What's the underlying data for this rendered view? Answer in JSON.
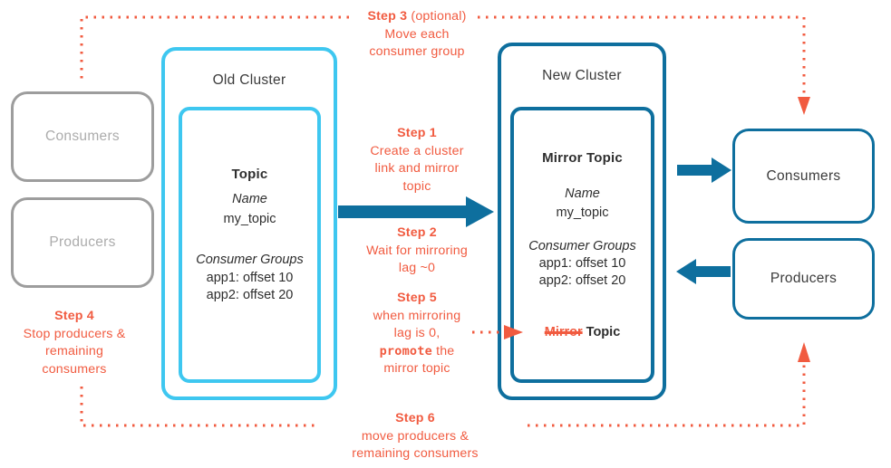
{
  "colors": {
    "cyan": "#3EC7F0",
    "teal": "#0E6F9E",
    "orange": "#F15B40",
    "gray_border": "#9D9D9D",
    "gray_text": "#ACACAC",
    "dark_text": "#2E2E2E"
  },
  "left_boxes": {
    "consumers": "Consumers",
    "producers": "Producers"
  },
  "old_cluster": {
    "title": "Old Cluster",
    "topic": {
      "title": "Topic",
      "name_label": "Name",
      "name_value": "my_topic",
      "groups_label": "Consumer Groups",
      "group1": "app1: offset 10",
      "group2": "app2: offset 20"
    }
  },
  "new_cluster": {
    "title": "New Cluster",
    "topic": {
      "title": "Mirror Topic",
      "name_label": "Name",
      "name_value": "my_topic",
      "groups_label": "Consumer Groups",
      "group1": "app1: offset 10",
      "group2": "app2: offset 20",
      "promote_strike": "Mirror",
      "promote_rest": "Topic"
    }
  },
  "right_boxes": {
    "consumers": "Consumers",
    "producers": "Producers"
  },
  "steps": {
    "step1": {
      "title": "Step 1",
      "line1": "Create a cluster",
      "line2": "link and mirror",
      "line3": "topic"
    },
    "step2": {
      "title": "Step 2",
      "line1": "Wait for mirroring",
      "line2": "lag ~0"
    },
    "step3": {
      "title": "Step 3",
      "suffix": "(optional)",
      "line1": "Move each",
      "line2": "consumer group"
    },
    "step4": {
      "title": "Step 4",
      "line1": "Stop producers &",
      "line2": "remaining",
      "line3": "consumers"
    },
    "step5": {
      "title": "Step 5",
      "line1": "when mirroring",
      "line2": "lag is 0,",
      "promote_word": "promote",
      "promote_rest": "the",
      "line4": "mirror topic"
    },
    "step6": {
      "title": "Step 6",
      "line1": "move producers &",
      "line2": "remaining consumers"
    }
  }
}
